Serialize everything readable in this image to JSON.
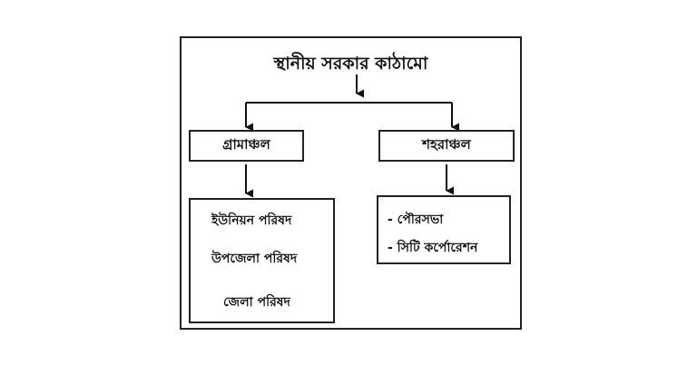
{
  "diagram": {
    "title": "স্থানীয় সরকার কাঠামো",
    "rural": {
      "label": "গ্রামাঞ্চল",
      "levels": [
        "ইউনিয়ন পরিষদ",
        "উপজেলা পরিষদ",
        "জেলা পরিষদ"
      ]
    },
    "urban": {
      "label": "শহরাঞ্চল",
      "items": [
        "- পৌরসভা",
        "- সিটি কর্পোরেশন"
      ]
    }
  }
}
